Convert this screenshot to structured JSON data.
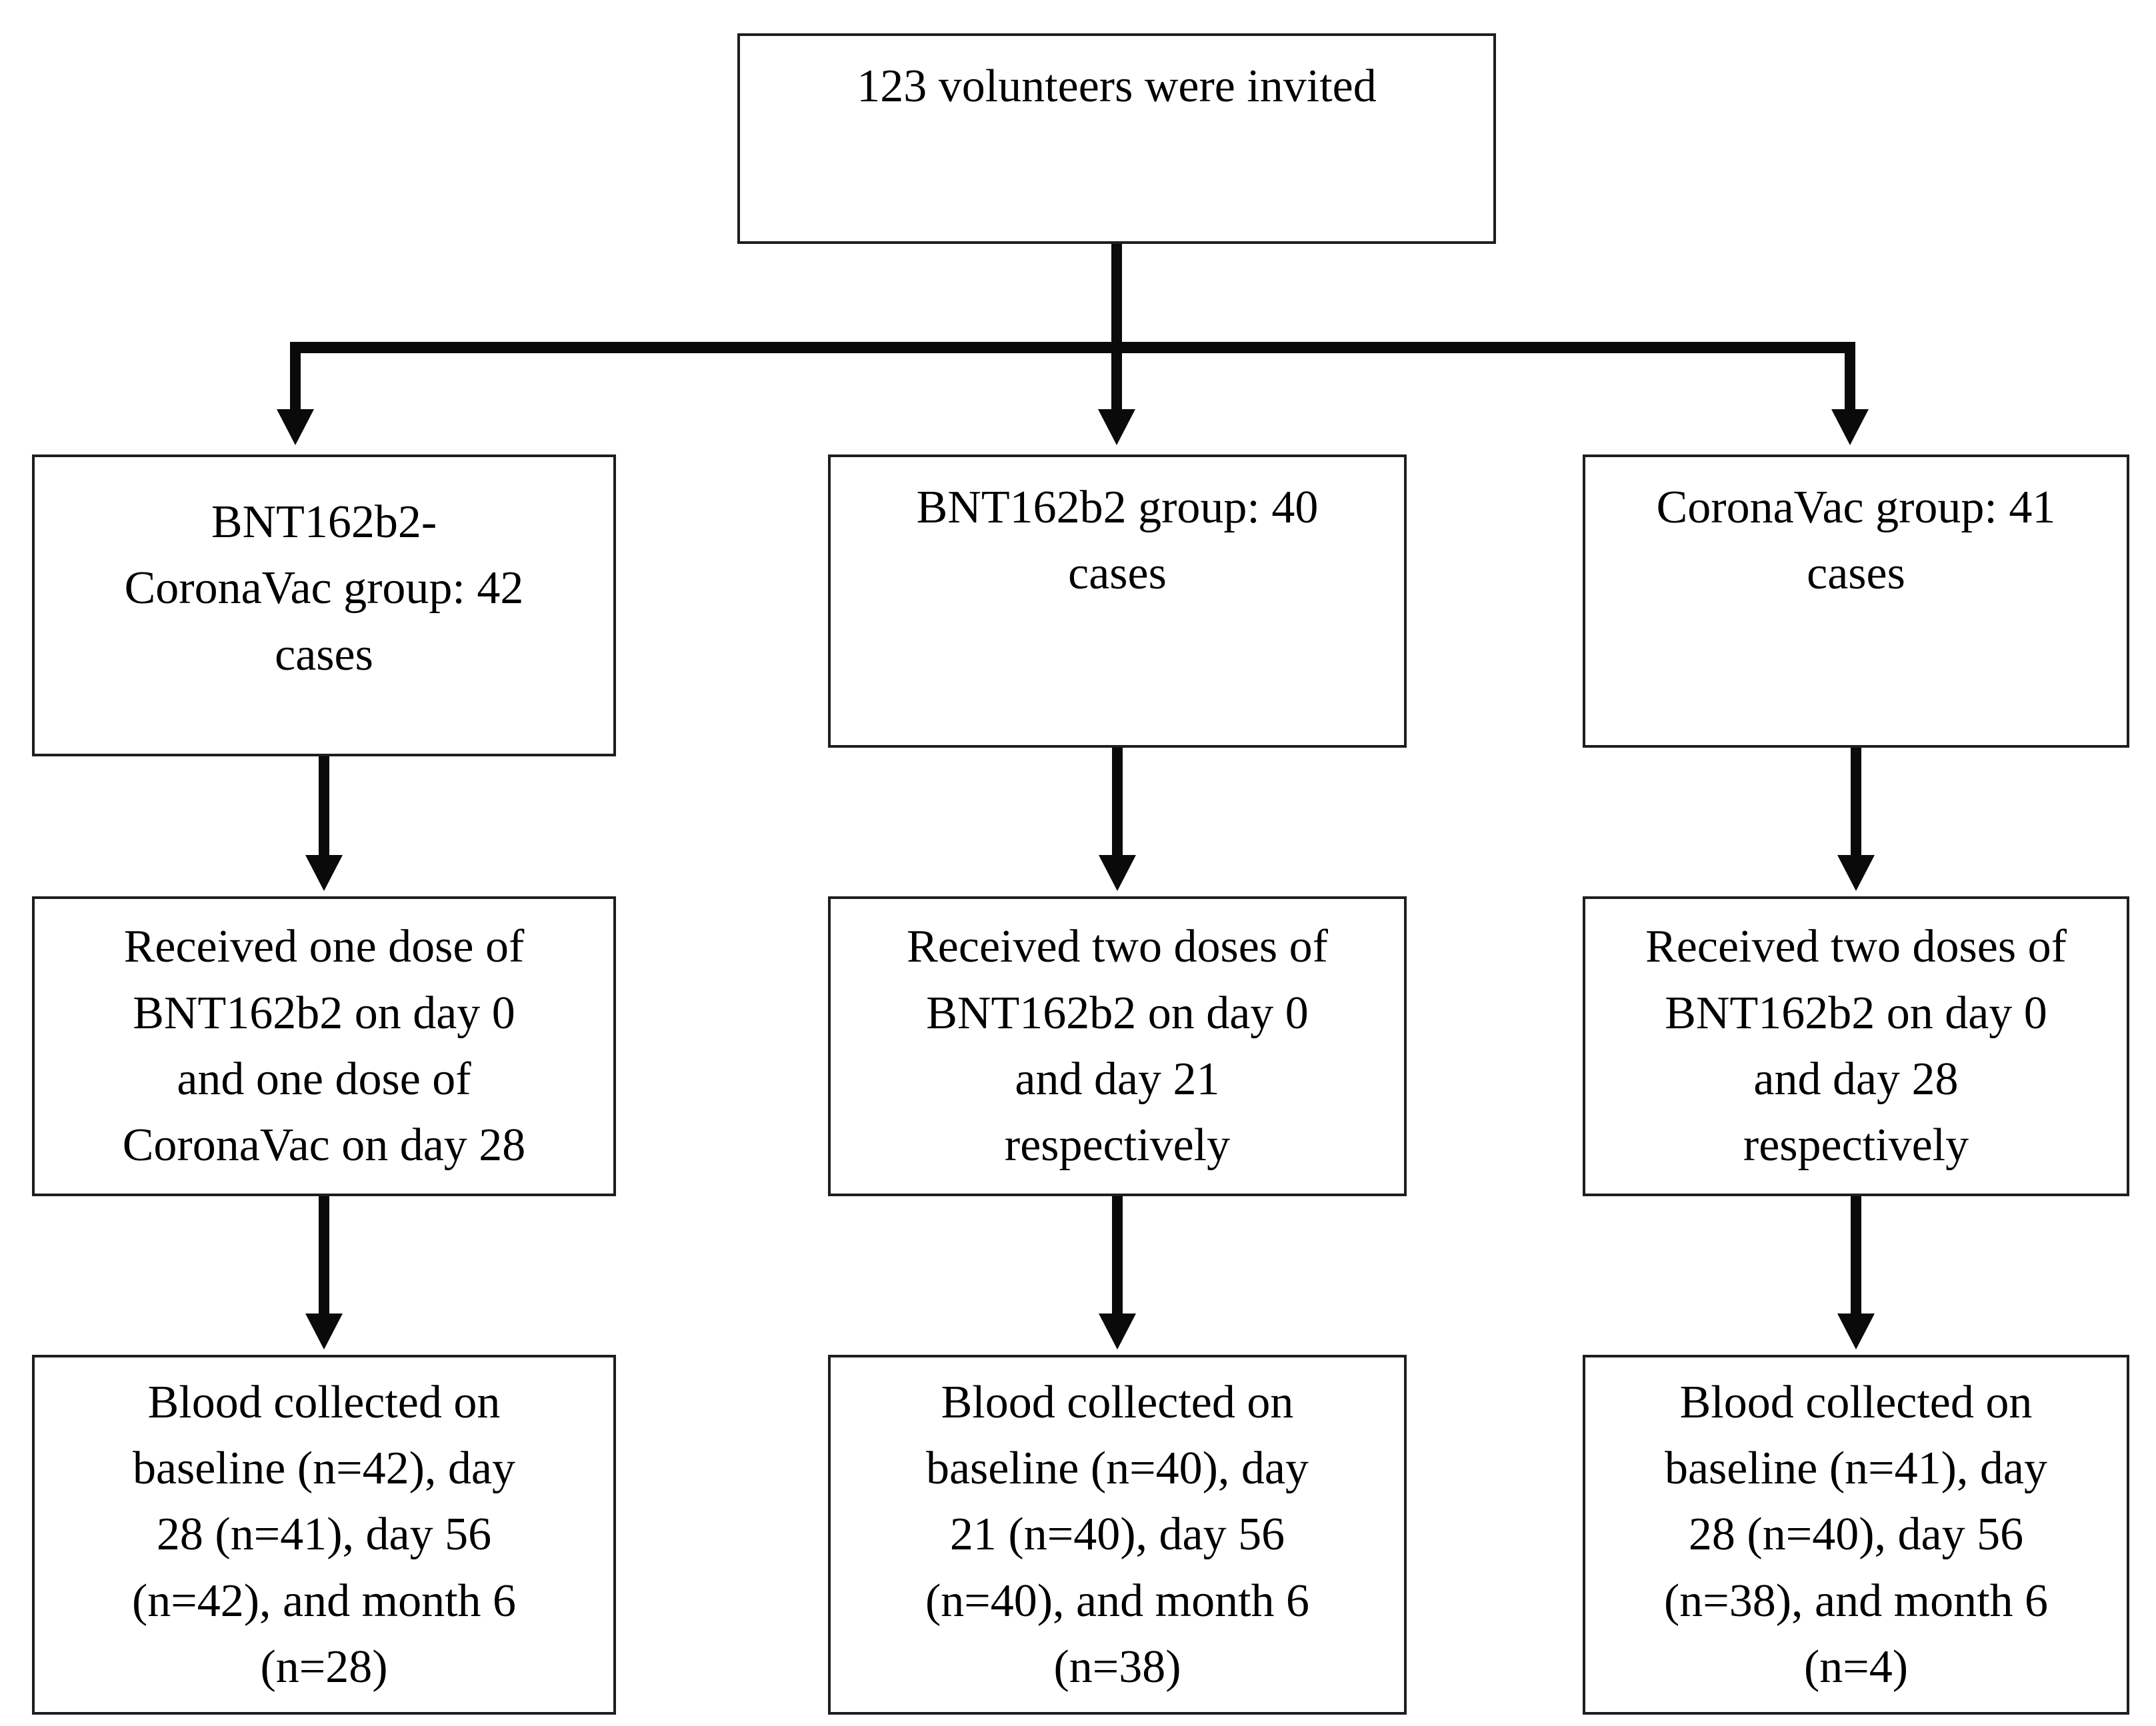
{
  "diagram": {
    "top_box": {
      "lines": [
        "123 volunteers were invited"
      ]
    },
    "columns": [
      {
        "id": "bnt162b2-coronavac",
        "group_box": {
          "lines": [
            "BNT162b2-",
            "CoronaVac group: 42",
            "cases"
          ]
        },
        "dose_box": {
          "lines": [
            "Received one dose of",
            "BNT162b2 on day 0",
            "and one dose of",
            "CoronaVac on day 28"
          ]
        },
        "blood_box": {
          "lines": [
            "Blood collected on",
            "baseline (n=42), day",
            "28 (n=41), day 56",
            "(n=42), and month 6",
            "(n=28)"
          ]
        }
      },
      {
        "id": "bnt162b2",
        "group_box": {
          "lines": [
            "BNT162b2 group: 40",
            "cases"
          ]
        },
        "dose_box": {
          "lines": [
            "Received two doses of",
            "BNT162b2 on day 0",
            "and day 21",
            "respectively"
          ]
        },
        "blood_box": {
          "lines": [
            "Blood collected on",
            "baseline (n=40), day",
            "21 (n=40), day 56",
            "(n=40), and month 6",
            "(n=38)"
          ]
        }
      },
      {
        "id": "coronavac",
        "group_box": {
          "lines": [
            "CoronaVac group: 41",
            "cases"
          ]
        },
        "dose_box": {
          "lines": [
            "Received two doses of",
            "BNT162b2 on day 0",
            "and day 28",
            "respectively"
          ]
        },
        "blood_box": {
          "lines": [
            "Blood collected on",
            "baseline (n=41), day",
            "28 (n=40), day 56",
            "(n=38), and month 6",
            "(n=4)"
          ]
        }
      }
    ],
    "colors": {
      "ink": "#0a0a0a",
      "box_border": "#1e1e1e",
      "background": "#ffffff"
    }
  }
}
